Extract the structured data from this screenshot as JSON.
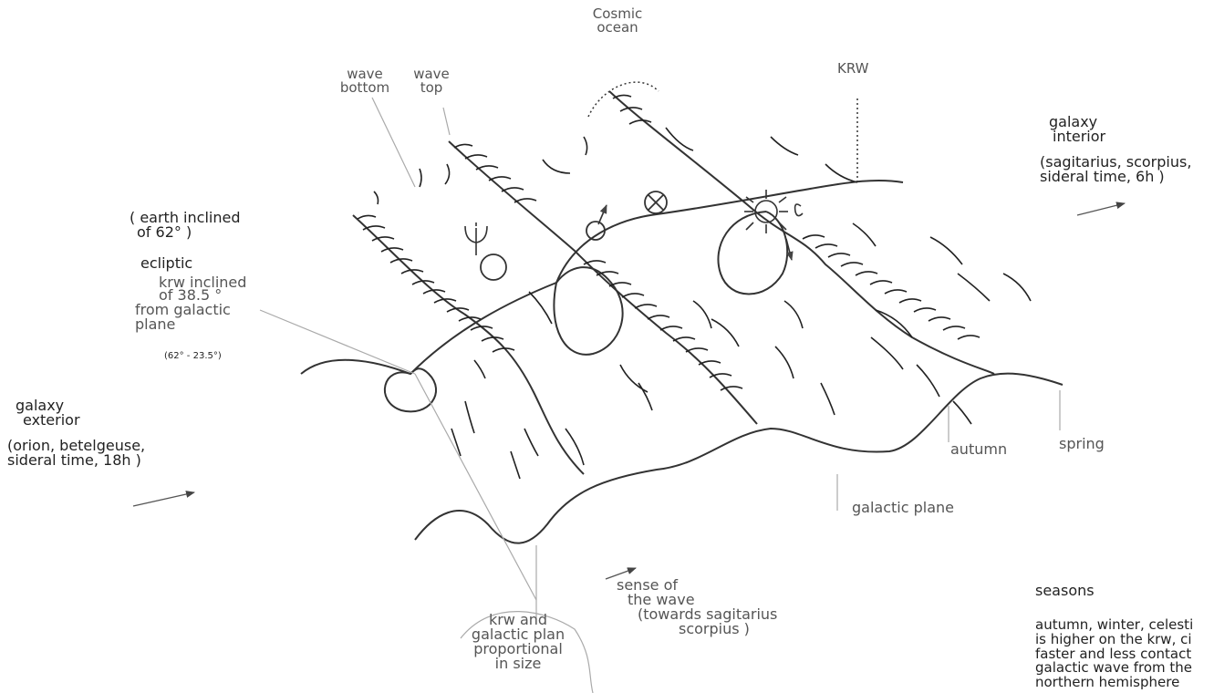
{
  "labels": {
    "cosmic_ocean": [
      "Cosmic",
      "ocean"
    ],
    "krw_top": "KRW",
    "wave_bottom": [
      "wave",
      "bottom"
    ],
    "wave_top": [
      "wave",
      "top"
    ],
    "galaxy_interior": [
      "galaxy",
      "interior"
    ],
    "interior_details": [
      "(sagitarius, scorpius,",
      "sideral time, 6h )"
    ],
    "earth_inclined": [
      "( earth inclined",
      "of 62° )"
    ],
    "ecliptic": "ecliptic",
    "krw_inclined": [
      "krw inclined",
      "of 38.5 °",
      "from galactic",
      "plane"
    ],
    "angle_formula": "(62° - 23.5°)",
    "galaxy_exterior": [
      "galaxy",
      "exterior"
    ],
    "exterior_details": [
      "(orion, betelgeuse,",
      "sideral time, 18h )"
    ],
    "autumn": "autumn",
    "spring": "spring",
    "galactic_plane": "galactic plane",
    "sense_of_wave": [
      "sense of",
      "the wave",
      "(towards sagitarius",
      "scorpius )"
    ],
    "krw_and_plan": [
      "krw and",
      "galactic plan",
      "proportional",
      "in size"
    ],
    "seasons_title": "seasons",
    "seasons_text": [
      "autumn, winter, celesti",
      "is higher on the krw, ci",
      "faster and less contact",
      "galactic wave from the",
      "northern hemisphere"
    ]
  },
  "colors": {
    "ink": "#222222",
    "label_gray": "#555555",
    "leader_gray": "#aaaaaa"
  }
}
